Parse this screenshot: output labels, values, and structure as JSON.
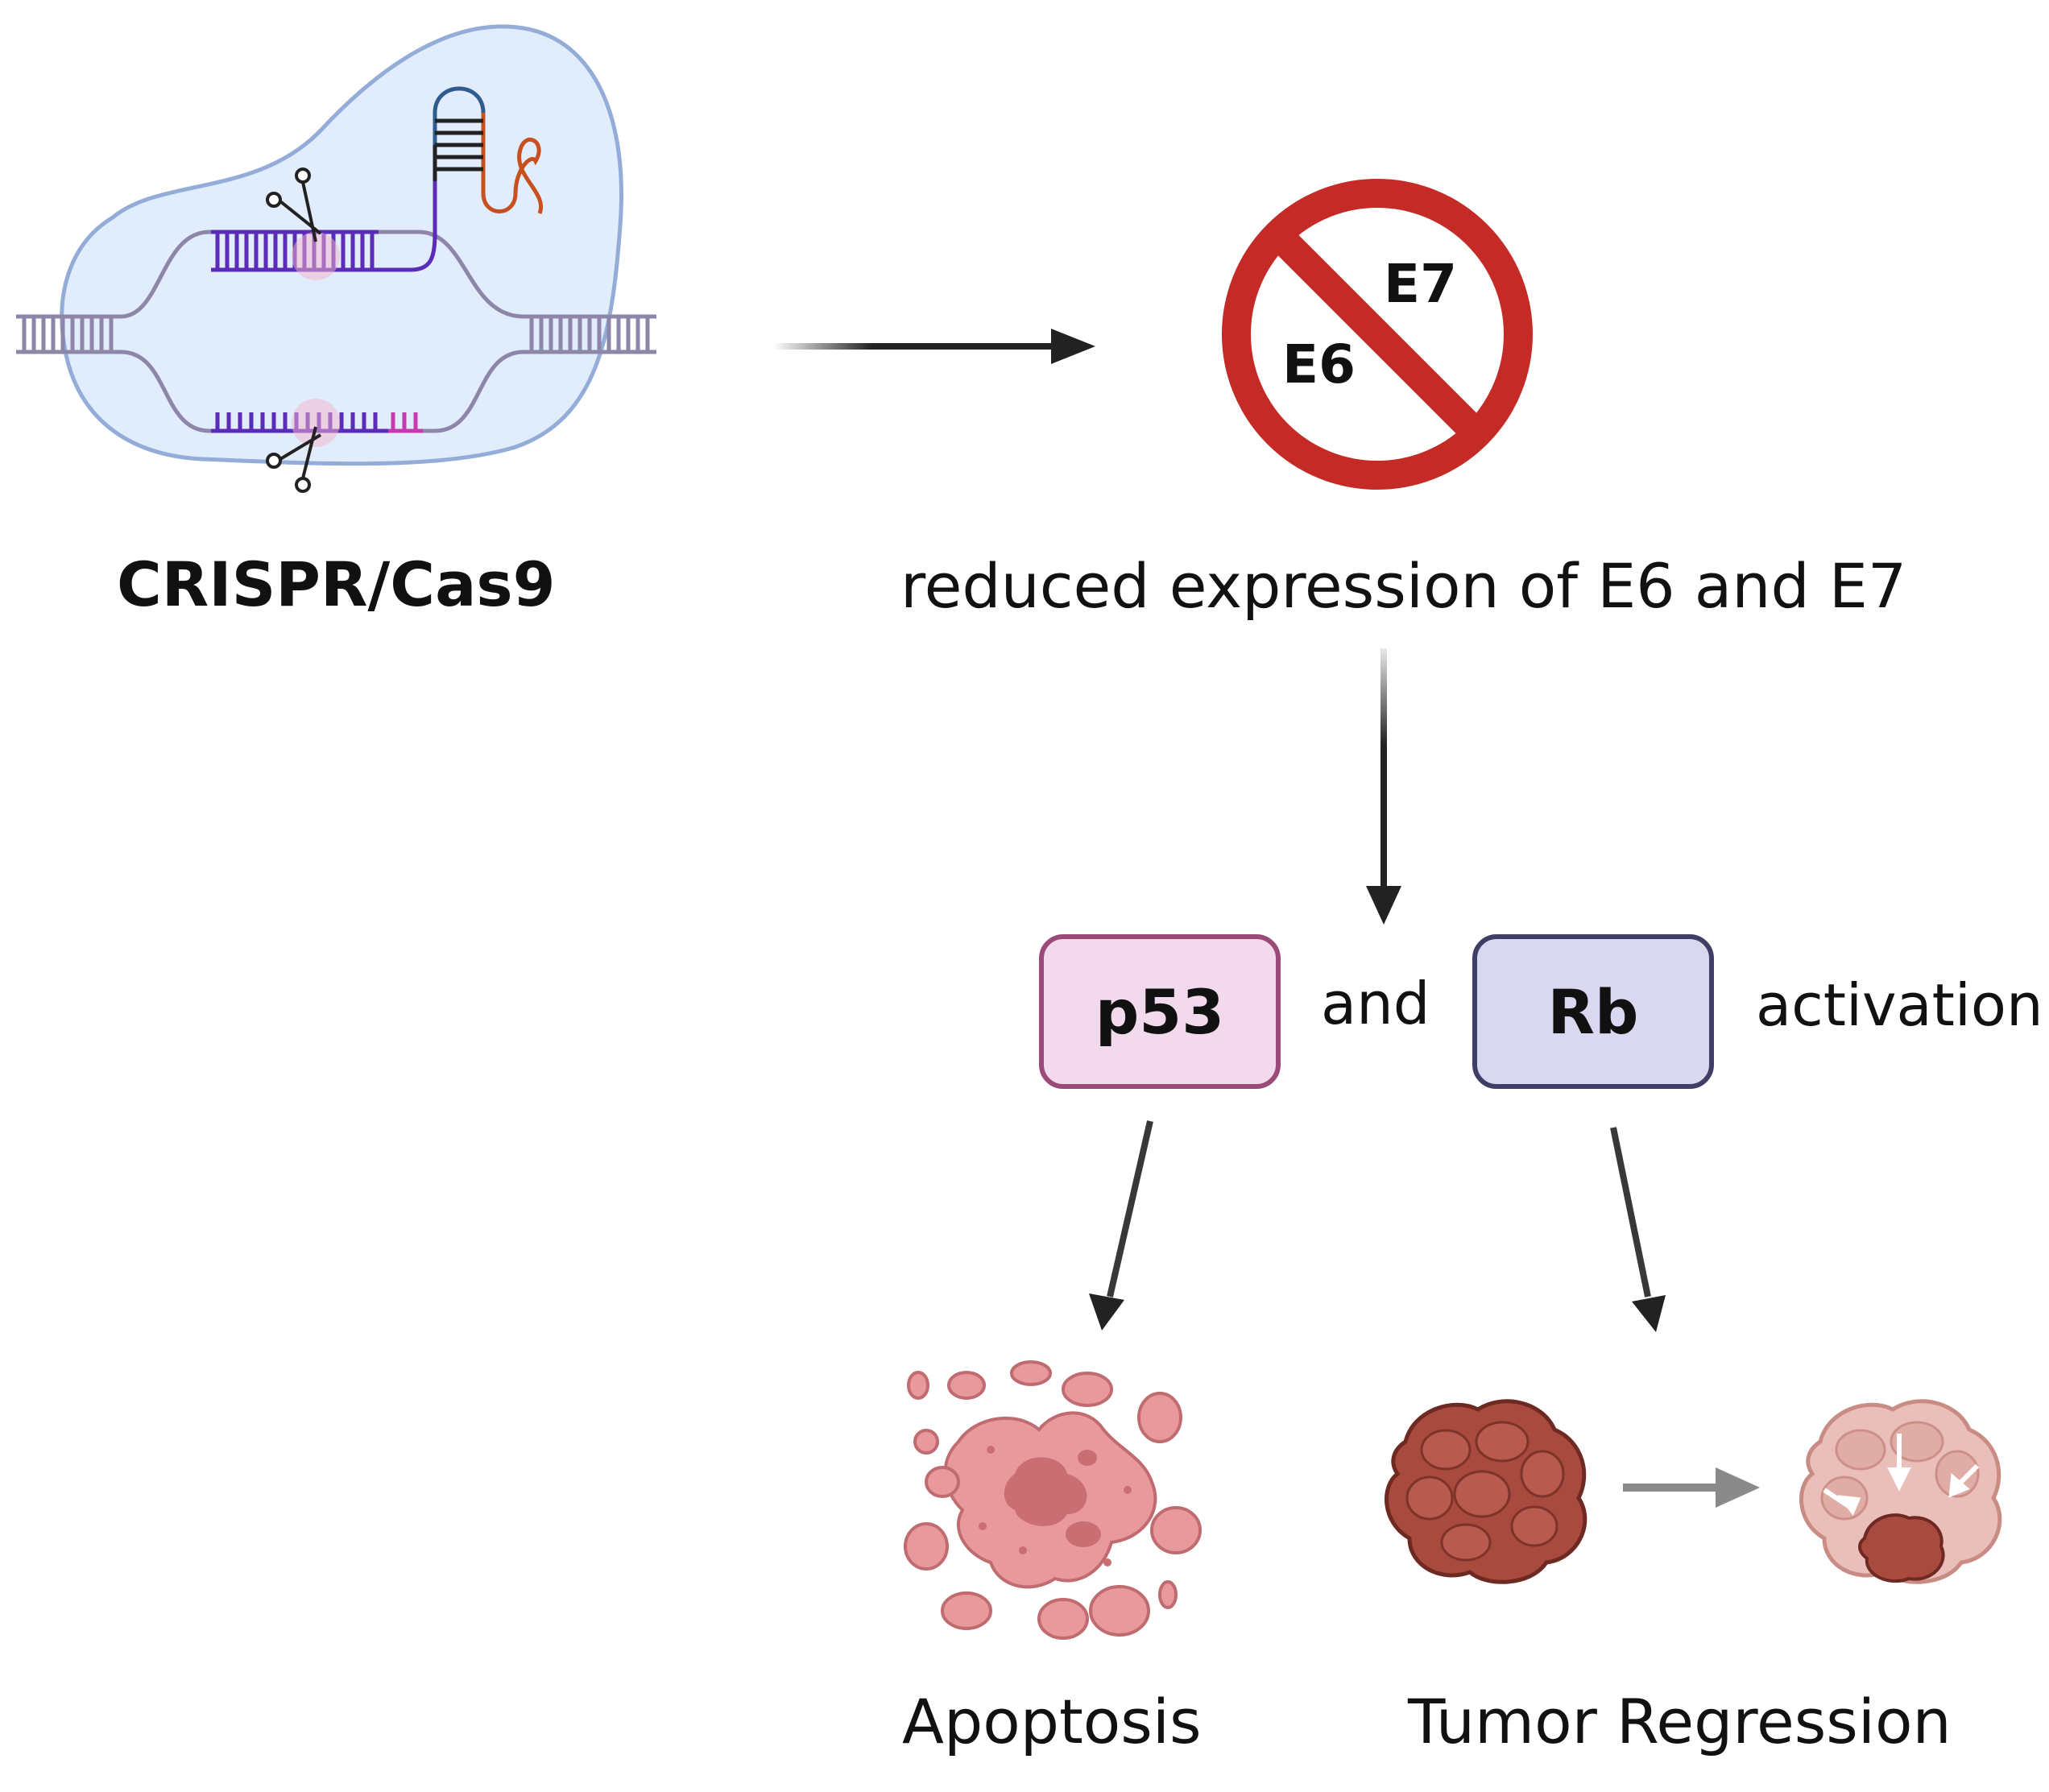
{
  "diagram": {
    "crispr_label": "CRISPR/Cas9",
    "prohibition_sign": {
      "gene_a": "E6",
      "gene_b": "E7",
      "icon": "prohibited-icon",
      "color": "#c42b27"
    },
    "reduced_label": "reduced expression of E6 and E7",
    "p53_label": "p53",
    "and_label": "and",
    "rb_label": "Rb",
    "activation_label": "activation",
    "apoptosis_label": "Apoptosis",
    "tumor_regression_label": "Tumor Regression",
    "colors": {
      "p53_fill": "#f2d9ec",
      "p53_border": "#9a4a78",
      "rb_fill": "#d9d8f0",
      "rb_border": "#3f3f66",
      "cell_blob": "#dceafb",
      "dna_strand": "#8e86a8",
      "guide_rna": "#5a2cb8",
      "tumor": "#a84a3e",
      "apoptotic_cell": "#e8999b"
    }
  }
}
